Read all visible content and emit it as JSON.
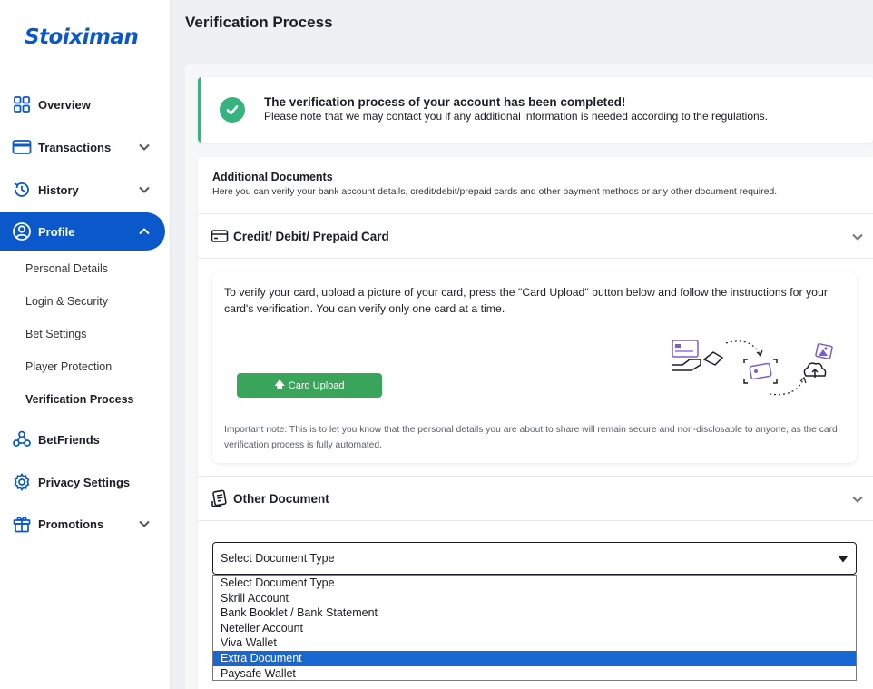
{
  "brand": {
    "logo_text": "Stoiximan",
    "accent": "#0a58c9",
    "success": "#36b37e",
    "button_green": "#3aa55a"
  },
  "sidebar": {
    "items": [
      {
        "label": "Overview",
        "icon": "grid-icon"
      },
      {
        "label": "Transactions",
        "icon": "card-icon"
      },
      {
        "label": "History",
        "icon": "history-icon"
      },
      {
        "label": "Profile",
        "icon": "user-icon"
      },
      {
        "label": "BetFriends",
        "icon": "friends-icon"
      },
      {
        "label": "Privacy Settings",
        "icon": "gear-icon"
      },
      {
        "label": "Promotions",
        "icon": "gift-icon"
      }
    ],
    "profile_sub": [
      "Personal Details",
      "Login & Security",
      "Bet Settings",
      "Player Protection",
      "Verification Process"
    ]
  },
  "page": {
    "title": "Verification Process"
  },
  "banner": {
    "title": "The verification process of your account has been completed!",
    "subtitle": "Please note that we may contact you if any additional information is needed according to the regulations."
  },
  "docs": {
    "title": "Additional Documents",
    "subtitle": "Here you can verify your bank account details, credit/debit/prepaid cards and other payment methods or any other document required."
  },
  "card_section": {
    "label": "Credit/ Debit/ Prepaid Card",
    "instructions": "To verify your card, upload a picture of your card, press the \"Card Upload\" button below and follow the instructions for your card's verification. You can verify only one card at a time.",
    "upload_label": "Card Upload",
    "note": "Important note: This is to let you know that the personal details you are about to share will remain secure and non-disclosable to anyone, as the card verification process is fully automated."
  },
  "other_section": {
    "label": "Other Document",
    "select_value": "Select Document Type",
    "options": [
      "Select Document Type",
      "Skrill Account",
      "Bank Booklet / Bank Statement",
      "Neteller Account",
      "Viva Wallet",
      "Extra Document",
      "Paysafe Wallet"
    ],
    "highlighted_index": 5
  }
}
